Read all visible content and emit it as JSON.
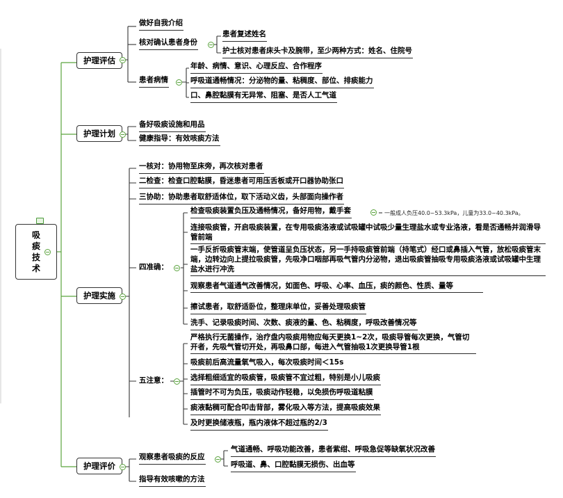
{
  "root": {
    "label": "吸\n痰\n技\n术"
  },
  "branches": {
    "assess": {
      "label": "护理评估",
      "intro": "做好自我介绍",
      "verify": {
        "label": "核对确认患者身份",
        "items": [
          "患者复述姓名",
          "护士核对患者床头卡及腕带，至少两种方式：姓名、住院号"
        ]
      },
      "condition": {
        "label": "患者病情",
        "items": [
          "年龄、病情、意识、心理反应、合作程序",
          "呼吸道通畅情况：分泌物的量、粘稠度、部位、排痰能力",
          "口、鼻腔黏膜有无异常、阻塞、是否人工气道"
        ]
      }
    },
    "plan": {
      "label": "护理计划",
      "items": [
        "备好吸痰设施和用品",
        "健康指导：有效咳痰方法"
      ]
    },
    "implement": {
      "label": "护理实施",
      "steps": [
        "一核对：协用物至床旁，再次核对患者",
        "二检查：检查口腔黏膜，昏迷患者可用压舌板或开口器协助张口",
        "三协助：协助患者取舒适体位，取下活动义齿，头部面向操作者"
      ],
      "four": {
        "label": "四准确：",
        "items": [
          "检查吸痰装置负压及通畅情况，备好用物，戴手套",
          "连接吸痰管，开启吸痰装置，在专用吸痰洛液或试吸罐中试吸少量生理盐水或专业洛液，看是否通畅并润滑导管前端",
          "一手反折吸痰管末端，使管道呈负压状态，另一手持吸痰管前端（持笔式）经口或鼻插入气管，放松吸痰管末端，边转边向上提拉吸痰管，先吸净口咽部再吸气管内分泌物，退出吸痰管抽吸专用吸痰洛液或试吸罐中生理盐水进行冲洗",
          "观察患者气道通气改善情况，如面色、呼吸、心率、血压，痰的颜色、性质、量等",
          "擦试患者，取舒适卧位，整理床单位，妥善处理吸痰管",
          "洗手、记录吸痰时间、次数、痰液的量、色、粘稠度，呼吸改善情况等"
        ],
        "note": "一般成人负压40.0~53.3kPa，儿童为33.0~40.3kPa。"
      },
      "five": {
        "label": "五注意：",
        "items": [
          "严格执行无菌操作，治疗盘内吸痰用物应每天更换1~2次，吸痰导管每次更换，气管切开者，先吸气管切开处，再吸鼻口部，每进入气管抽吸1次更换导管1根",
          "吸痰前后高流量氧气吸入，每次吸痰时间＜15s",
          "选择粗细适宜的吸痰管，吸痰管不宜过粗，特别是小儿吸痰",
          "插管时不可为负压，吸痰动作轻稳，以免损伤呼吸道粘膜",
          "痰液黏稠可配合叩击背部，雾化吸入等方法，提高吸痰效果",
          "及时更换储液瓶，瓶内液体不超过瓶的2/3"
        ]
      }
    },
    "evaluate": {
      "label": "护理评价",
      "observe": {
        "label": "观察患者吸痰的反应",
        "items": [
          "气道通畅、呼吸功能改善，患者紫绀、呼吸急促等缺氧状况改善",
          "呼吸道、鼻、口腔黏膜无损伤、出血等"
        ]
      },
      "guide": "指导有效咳嗽的方法"
    }
  }
}
